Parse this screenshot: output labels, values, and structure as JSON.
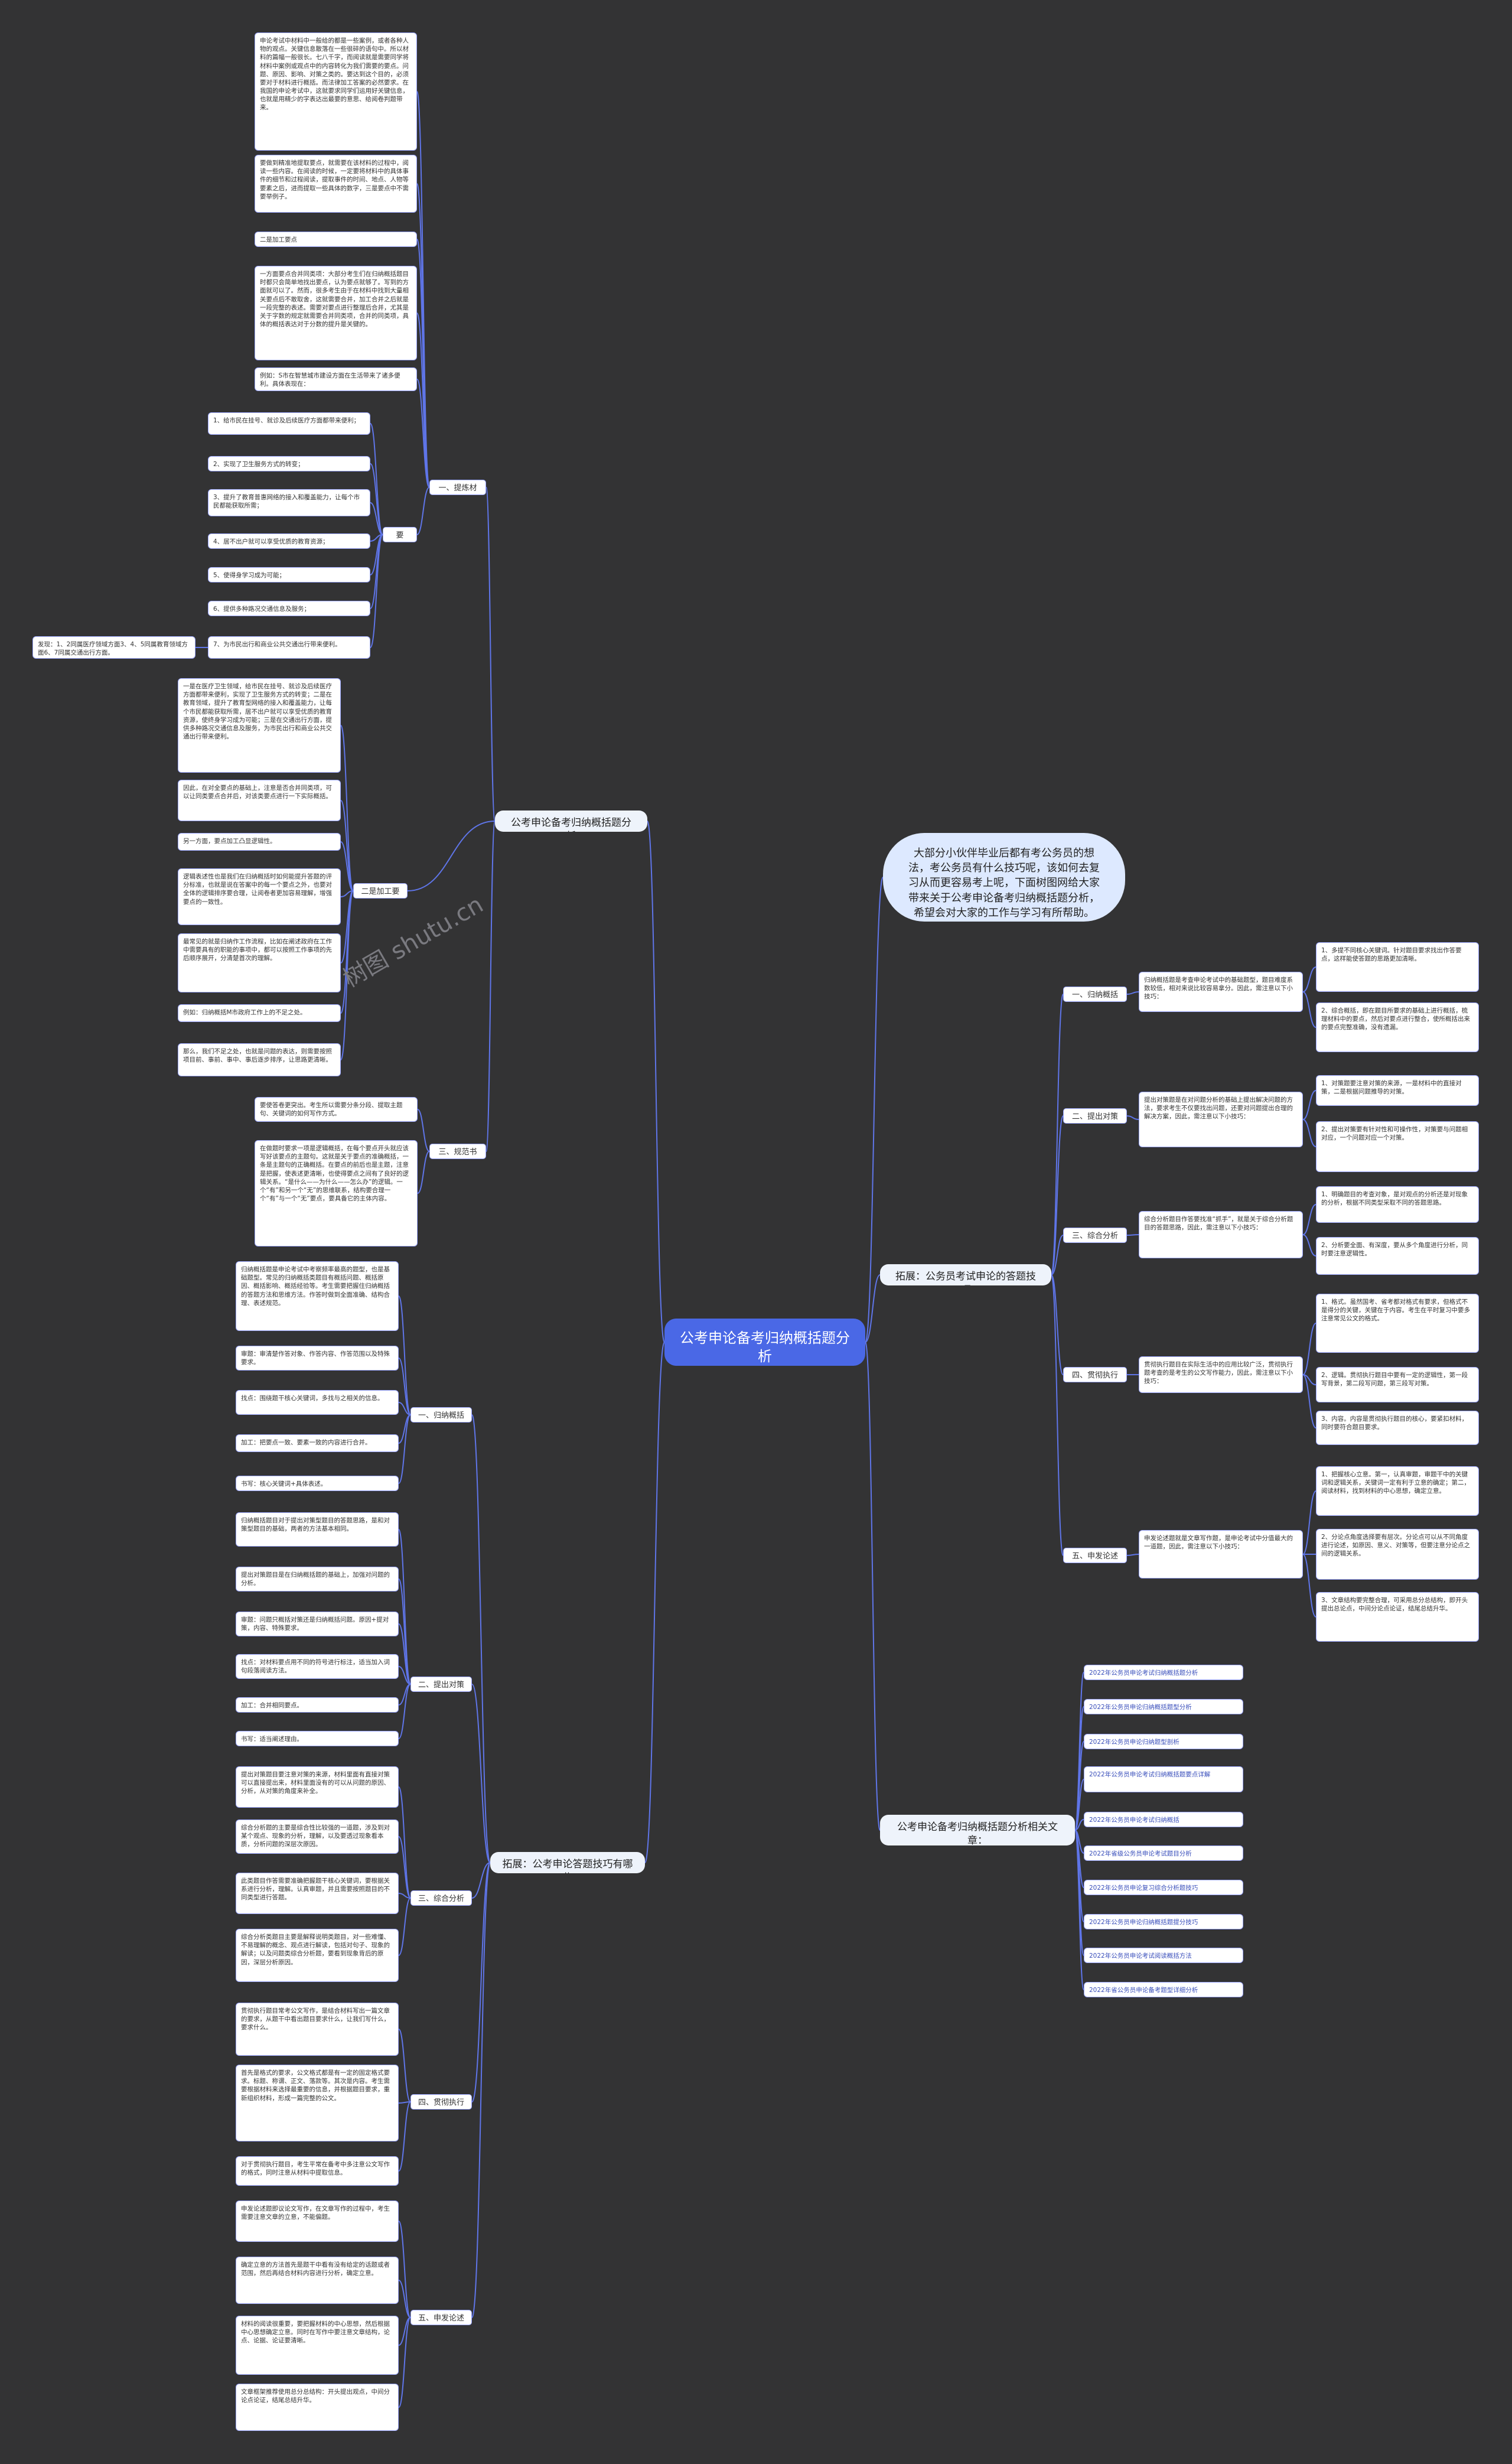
{
  "root": {
    "title": "公考申论备考归纳概括题分析"
  },
  "intro": {
    "text": "大部分小伙伴毕业后都有考公务员的想法，考公务员有什么技巧呢，该如何去复习从而更容易考上呢，下面树图网给大家带来关于公考申论备考归纳概括题分析，希望会对大家的工作与学习有所帮助。"
  },
  "main_left_top": {
    "label": "公考申论备考归纳概括题分析"
  },
  "main_left_bottom": {
    "label": "拓展：公考申论答题技巧有哪些"
  },
  "main_right_skills": {
    "label": "拓展：公务员考试申论的答题技巧"
  },
  "main_right_related": {
    "label": "公考申论备考归纳概括题分析相关文章："
  },
  "left_top": {
    "top_texts": [
      "申论考试中材料中一般给的都是一些案例，或者各种人物的观点。关键信息散落在一些很碎的语句中。所以材料的篇幅一般很长。七八千字，而阅读就是需要同学将材料中案例或观点中的内容转化为我们需要的要点。问题、原因、影响、对策之类的。要达到这个目的，必须要对于材料进行概括。而法律加工答案的必然要求。在我国的申论考试中，这就要求同学们运用好关键信息，也就是用精少的字表达出最要的意思、给阅卷判题带来。",
      "要做到精准地提取要点，就需要在该材料的过程中，阅读一些内容。在阅读的时候，一定要将材料中的具体事件的细节和过程阅读，提取事件的时间、地点、人物等要素之后，进而提取一些具体的数字，三是要点中不需要举例子。",
      "二是加工要点",
      "一方面要点合并同类项：大部分考生们在归纳概括题目时都只会简单地找出要点，认为要点就够了。写到的方面就可以了。然而，很多考生由于在材料中找到大量相关要点后不敢取舍，这就需要合并，加工合并之后就是一段完整的表述。需要对要点进行整理后合并，尤其是关于字数的规定就需要合并同类项，合并的同类项，具体的概括表达对于分数的提升是关键的。",
      "例如：S市在智慧城市建设方面在生活带来了诸多便利。具体表现在："
    ],
    "extract_branch": "一、提炼材料",
    "yaodian_label": "要点：",
    "points": [
      "1、给市民在挂号、就诊及后续医疗方面都带来便利；",
      "2、实现了卫生服务方式的转变；",
      "3、提升了教育普惠网络的接入和覆盖能力，让每个市民都能获取所需；",
      "4、居不出户就可以享受优质的教育资源；",
      "5、使得身学习成为可能；",
      "6、提供多种路况交通信息及服务；",
      "7、为市民出行和商业公共交通出行带来便利。"
    ],
    "merge_note": "发现：1、2同属医疗领域方面3、4、5同属教育领域方面6、7同属交通出行方面。",
    "merge_texts": [
      "一是在医疗卫生领域，给市民在挂号、就诊及后续医疗方面都带来便利，实现了卫生服务方式的转变；二是在教育领域，提升了教育型网络的接入和覆盖能力，让每个市民都能获取所需，居不出户就可以享受优质的教育资源，使终身学习成为可能；三是在交通出行方面，提供多种路况交通信息及服务，为市民出行和商业公共交通出行带来便利。",
      "因此，在对全要点的基础上，注意是否合并同类项，可以让同类要点合并后，对该类要点进行一下实际概括。",
      "另一方面，要点加工凸显逻辑性。",
      "逻辑表述性也是我们在归纳概括时如何能提升答题的评分标准，也就是说在答案中的每一个要点之外，也要对全体的逻辑排序要合理，让阅卷者更加容易理解，增强要点的一致性。",
      "最常见的就是归纳作工作流程，比如在阐述政府在工作中需要具有的职能的事项中，都可以按照工作事项的先后顺序展开，分清楚首次的理解。",
      "例如：归纳概括M市政府工作上的不足之处。",
      "那么，我们不足之处，也就是问题的表达，则需要按照项目前、事前、事中、事后逐步排序，让思路更清晰。"
    ],
    "merge_branch": "二是加工要点",
    "norm_texts": [
      "要使答卷更突出。考生所以需要分条分段、提取主题句、关键词的如何写作方式。",
      "在做题时要求一项是逻辑概括，在每个要点开头就应该写好该要点的主题句。这就是关于要点的准确概括，一条是主题句的正确概括。在要点的前后也是主题，注意是把握，使表述更清晰，也使得要点之间有了良好的逻辑关系。“是什么——为什么——怎么办”的逻辑。一个“有”和另一个“无”的思维联系，结构要合理一个“有”与一个“无”要点，要具备它的主体内容。"
    ],
    "norm_branch": "三、规范书写"
  },
  "left_bottom": {
    "g1_texts": [
      "归纳概括题是申论考试中考察频率最高的题型，也是基础题型。常见的归纳概括类题目有概括问题、概括原因、概括影响、概括经验等。考生需要把握住归纳概括的答题方法和思维方法。作答时做到全面准确、结构合理、表述规范。",
      "审题：审清楚作答对象、作答内容、作答范围以及特殊要求。",
      "找点：围绕题干核心关键词，多找与之相关的信息。",
      "加工：把要点一致、要素一致的内容进行合并。",
      "书写：核心关键词+具体表述。"
    ],
    "g1_branch": "一、归纳概括题",
    "g2_texts": [
      "归纳概括题目对于提出对策型题目的答题思路，是和对策型题目的基础，两者的方法基本相同。",
      "提出对策题目是在归纳概括题的基础上，加强对问题的分析。",
      "审题：问题只概括对策还是归纳概括问题。原因+提对策，内容、特殊要求。",
      "找点：对材料要点用不同的符号进行标注，适当加入词句段落阅读方法。",
      "加工：合并相同要点。",
      "书写：适当阐述理由。"
    ],
    "g2_branch": "二、提出对策题",
    "g3_texts": [
      "提出对策题目要注意对策的来源，材料里面有直接对策可以直接提出来，材料里面没有的可以从问题的原因、分析，从对策的角度来补全。",
      "综合分析题的主要是综合性比较强的一道题，涉及到对某个观点、现象的分析，理解，以及要透过现象看本质，分析问题的深层次原因。",
      "此类题目作答需要准确把握题干核心关键词，要根据关系进行分析，理解。认真审题，并且需要按照题目的不同类型进行答题。",
      "综合分析类题目主要是解释说明类题目，对一些难懂、不易理解的概念、观点进行解读，包括对句子、现象的解读；以及问题类综合分析题，要看到现象背后的原因，深层分析原因。"
    ],
    "g3_branch": "三、综合分析题",
    "g4_texts": [
      "贯彻执行题目常考公文写作，是结合材料写出一篇文章的要求，从题干中看出题目要求什么，让我们写什么，要求什么。",
      "首先是格式的要求，公文格式都是有一定的固定格式要求。标题、称谓、正文、落款等。其次是内容。考生需要根据材料来选择最重要的信息，并根据题目要求，重新组织材料，形成一篇完整的公文。",
      "对于贯彻执行题目，考生平常在备考中多注意公文写作的格式，同时注意从材料中提取信息。"
    ],
    "g4_branch": "四、贯彻执行题",
    "g5_texts": [
      "申发论述题即议论文写作，在文章写作的过程中，考生需要注意文章的立意，不能偏题。",
      "确定立意的方法首先是题干中看有没有给定的话题或者范围，然后再结合材料内容进行分析，确定立意。",
      "材料的阅读很重要，要把握材料的中心思想，然后根据中心思想确定立意。同时在写作中要注意文章结构，论点、论据、论证要清晰。",
      "文章框架推荐使用总分总结构：开头提出观点，中间分论点论证，结尾总结升华。"
    ],
    "g5_branch": "五、申发论述题"
  },
  "right_skills": {
    "b1": {
      "label": "一、归纳概括",
      "desc": "归纳概括题是考查申论考试中的基础题型，题目难度系数较低，相对来说比较容易拿分。因此，需注意以下小技巧：",
      "tips": [
        "1、多提不同核心关键词。针对题目要求找出作答要点，这样能使答题的思路更加清晰。",
        "2、综合概括，即在题目所要求的基础上进行概括，梳理材料中的要点，然后对要点进行整合，使所概括出来的要点完整准确，没有遗漏。"
      ]
    },
    "b2": {
      "label": "二、提出对策",
      "desc": "提出对策题是在对问题分析的基础上提出解决问题的方法，要求考生不仅要找出问题，还要对问题提出合理的解决方案，因此，需注意以下小技巧：",
      "tips": [
        "1、对策题要注意对策的来源，一是材料中的直接对策，二是根据问题推导的对策。",
        "2、提出对策要有针对性和可操作性，对策要与问题相对应，一个问题对应一个对策。"
      ]
    },
    "b3": {
      "label": "三、综合分析",
      "desc": "综合分析题目作答要找准“抓手”，就是关于综合分析题目的答题思路，因此，需注意以下小技巧：",
      "tips": [
        "1、明确题目的考查对象，是对观点的分析还是对现象的分析，根据不同类型采取不同的答题思路。",
        "2、分析要全面、有深度，要从多个角度进行分析，同时要注意逻辑性。"
      ]
    },
    "b4": {
      "label": "四、贯彻执行题",
      "desc": "贯彻执行题目在实际生活中的应用比较广泛，贯彻执行题考查的是考生的公文写作能力，因此，需注意以下小技巧：",
      "tips": [
        "1、格式。虽然国考、省考都对格式有要求，但格式不是得分的关键，关键在于内容。考生在平时复习中要多注意常见公文的格式。",
        "2、逻辑。贯彻执行题目中要有一定的逻辑性，第一段写背景，第二段写问题，第三段写对策。",
        "3、内容。内容是贯彻执行题目的核心，要紧扣材料，同时要符合题目要求。"
      ]
    },
    "b5": {
      "label": "五、申发论述",
      "desc": "申发论述题就是文章写作题，是申论考试中分值最大的一道题，因此，需注意以下小技巧：",
      "tips": [
        "1、把握核心立意。第一，认真审题，审题干中的关键词和逻辑关系，关键词一定有利于立意的确定；第二，阅读材料，找到材料的中心思想，确定立意。",
        "2、分论点角度选择要有层次。分论点可以从不同角度进行论述，如原因、意义、对策等，但要注意分论点之间的逻辑关系。",
        "3、文章结构要完整合理，可采用总分总结构，即开头提出总论点，中间分论点论证，结尾总结升华。"
      ]
    }
  },
  "related_links": [
    "2022年公务员申论考试归纳概括题分析",
    "2022年公务员申论归纳概括题型分析",
    "2022年公务员申论归纳题型剖析",
    "2022年公务员申论考试归纳概括题要点详解",
    "2022年公务员申论考试归纳概括",
    "2022年省级公务员申论考试题目分析",
    "2022年公务员申论复习综合分析题技巧",
    "2022年公务员申论归纳概括题提分技巧",
    "2022年公务员申论考试阅读概括方法",
    "2022年省公务员申论备考题型详细分析"
  ],
  "colors": {
    "background": "#333334",
    "root": "#4a68e6",
    "edge": "#5f75e8",
    "node_border": "#9aa6ff"
  }
}
